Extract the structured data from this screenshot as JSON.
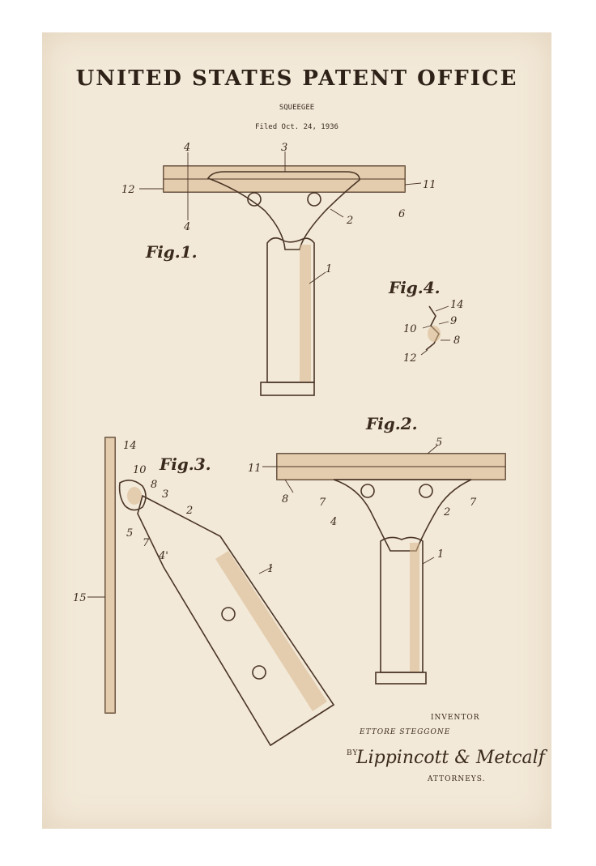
{
  "header": {
    "title": "UNITED STATES PATENT OFFICE",
    "subtitle": "SQUEEGEE",
    "filed": "Filed Oct. 24, 1936"
  },
  "figures": {
    "fig1": "Fig.1.",
    "fig2": "Fig.2.",
    "fig3": "Fig.3.",
    "fig4": "Fig.4."
  },
  "reference_numerals": {
    "fig1": [
      "4",
      "4",
      "3",
      "12",
      "11",
      "6",
      "2",
      "1"
    ],
    "fig4": [
      "14",
      "10",
      "9",
      "8",
      "12"
    ],
    "fig2": [
      "5",
      "11",
      "8",
      "7",
      "7",
      "4",
      "2",
      "1"
    ],
    "fig3": [
      "14",
      "10",
      "8",
      "3",
      "2",
      "5",
      "7",
      "4'",
      "1",
      "15"
    ]
  },
  "signature_block": {
    "inventor_label": "INVENTOR",
    "inventor_name": "ETTORE STEGGONE",
    "by": "BY",
    "attorney_signature": "Lippincott & Metcalf",
    "attorneys_label": "ATTORNEYS."
  },
  "colors": {
    "paper": "#f3e9d8",
    "ink": "#4a3526",
    "shading": "#d7b78c"
  }
}
